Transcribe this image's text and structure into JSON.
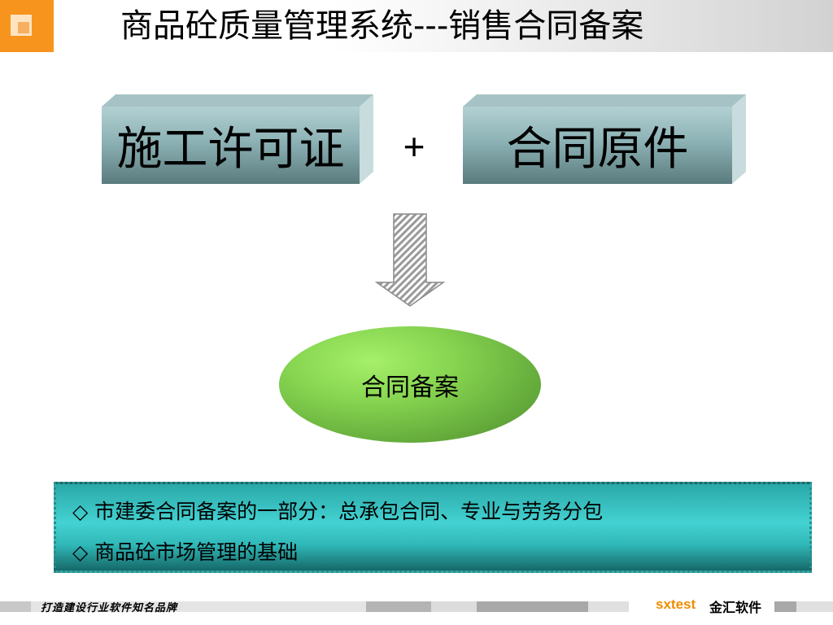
{
  "header": {
    "title": "商品砼质量管理系统---销售合同备案"
  },
  "diagram": {
    "box1": "施工许可证",
    "plus": "+",
    "box2": "合同原件",
    "arrow": "down-arrow-icon",
    "result": "合同备案"
  },
  "info": {
    "bullet1": "◇ 市建委合同备案的一部分：总承包合同、专业与劳务分包",
    "bullet2": "◇ 商品砼市场管理的基础"
  },
  "footer": {
    "slogan": "打造建设行业软件知名品牌",
    "brand": "sxtest",
    "company": "金汇软件"
  },
  "colors": {
    "accent": "#f7941d",
    "box": "#8db2b5",
    "ellipse": "#86d450",
    "info": "#44d2d2"
  }
}
